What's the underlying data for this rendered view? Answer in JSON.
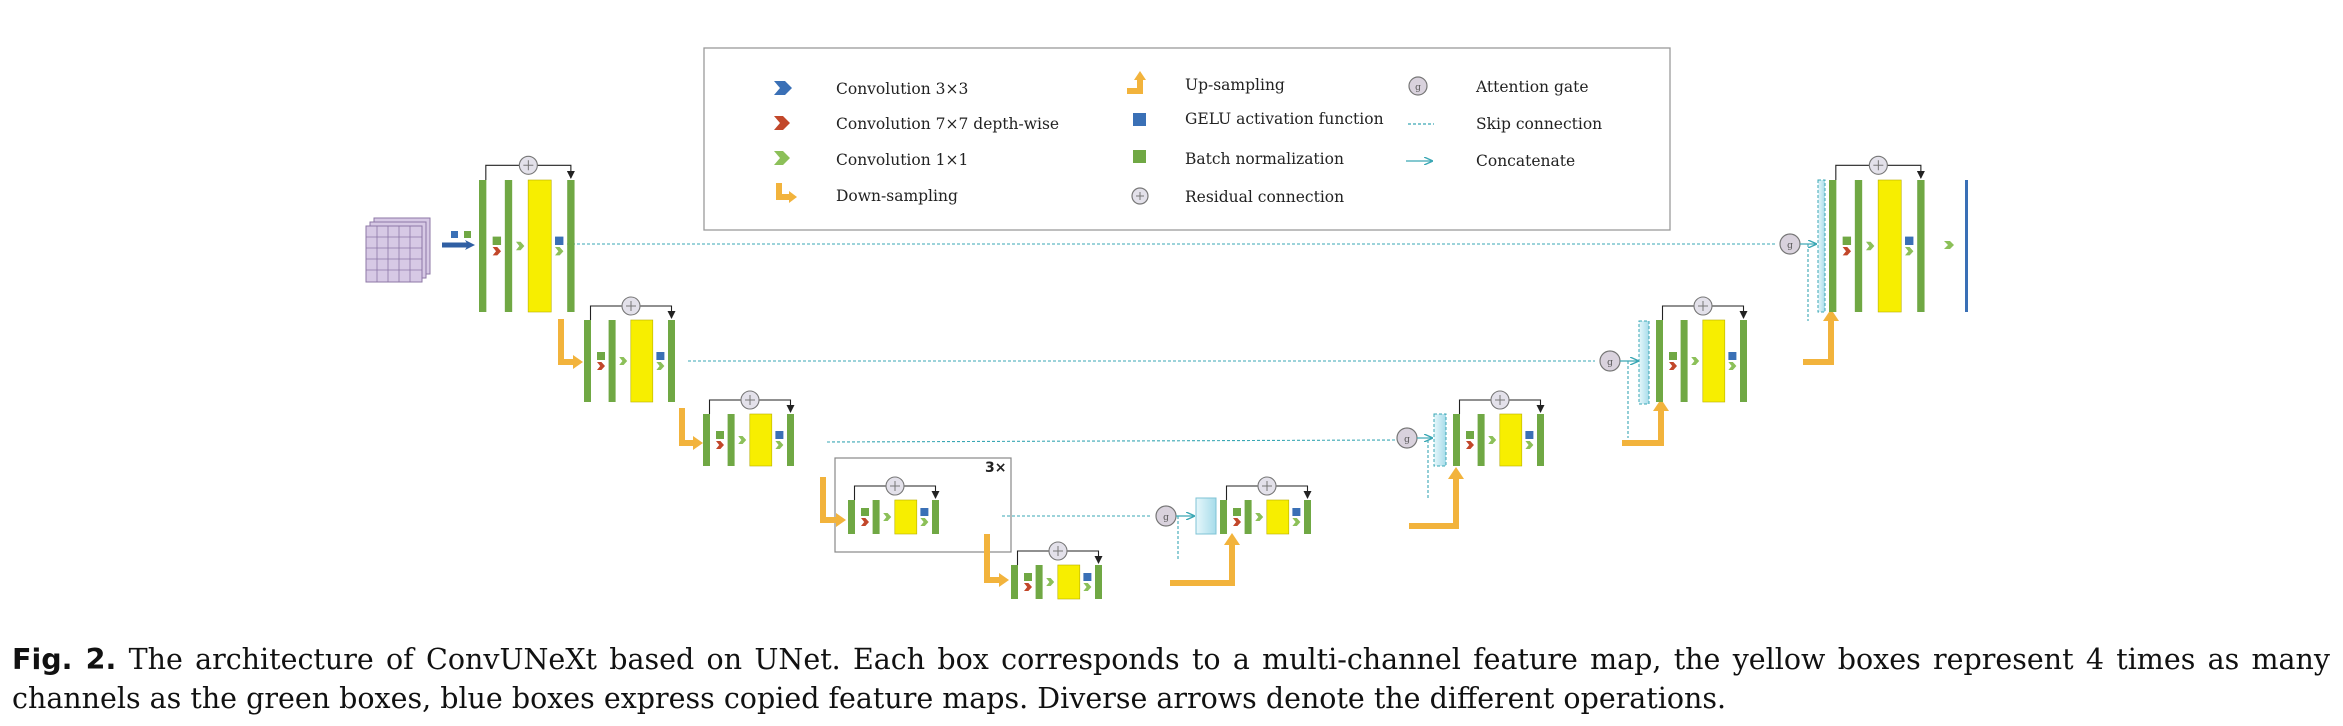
{
  "legend": {
    "conv3x3": "Convolution 3×3",
    "conv7x7": "Convolution 7×7 depth-wise",
    "conv1x1": "Convolution 1×1",
    "downsampling": "Down-sampling",
    "upsampling": "Up-sampling",
    "gelu": "GELU activation function",
    "batchnorm": "Batch normalization",
    "residual": "Residual connection",
    "attention": "Attention gate",
    "skip": "Skip connection",
    "concat": "Concatenate"
  },
  "gate_letter": "g",
  "repeat_label": "3×",
  "caption": {
    "label": "Fig. 2.",
    "text": "The architecture of ConvUNeXt based on UNet. Each box corresponds to a multi-channel feature map, the yellow boxes represent 4 times as many channels as the green boxes, blue boxes express copied feature maps. Diverse arrows denote the different operations."
  },
  "colors": {
    "green": "#70a844",
    "yellow": "#f7ee00",
    "blue": "#3a70b6",
    "red": "#c2472a",
    "orange": "#f2b33c",
    "cyan": "#3aa7b4",
    "purple_grid": "#c7b4d8"
  }
}
